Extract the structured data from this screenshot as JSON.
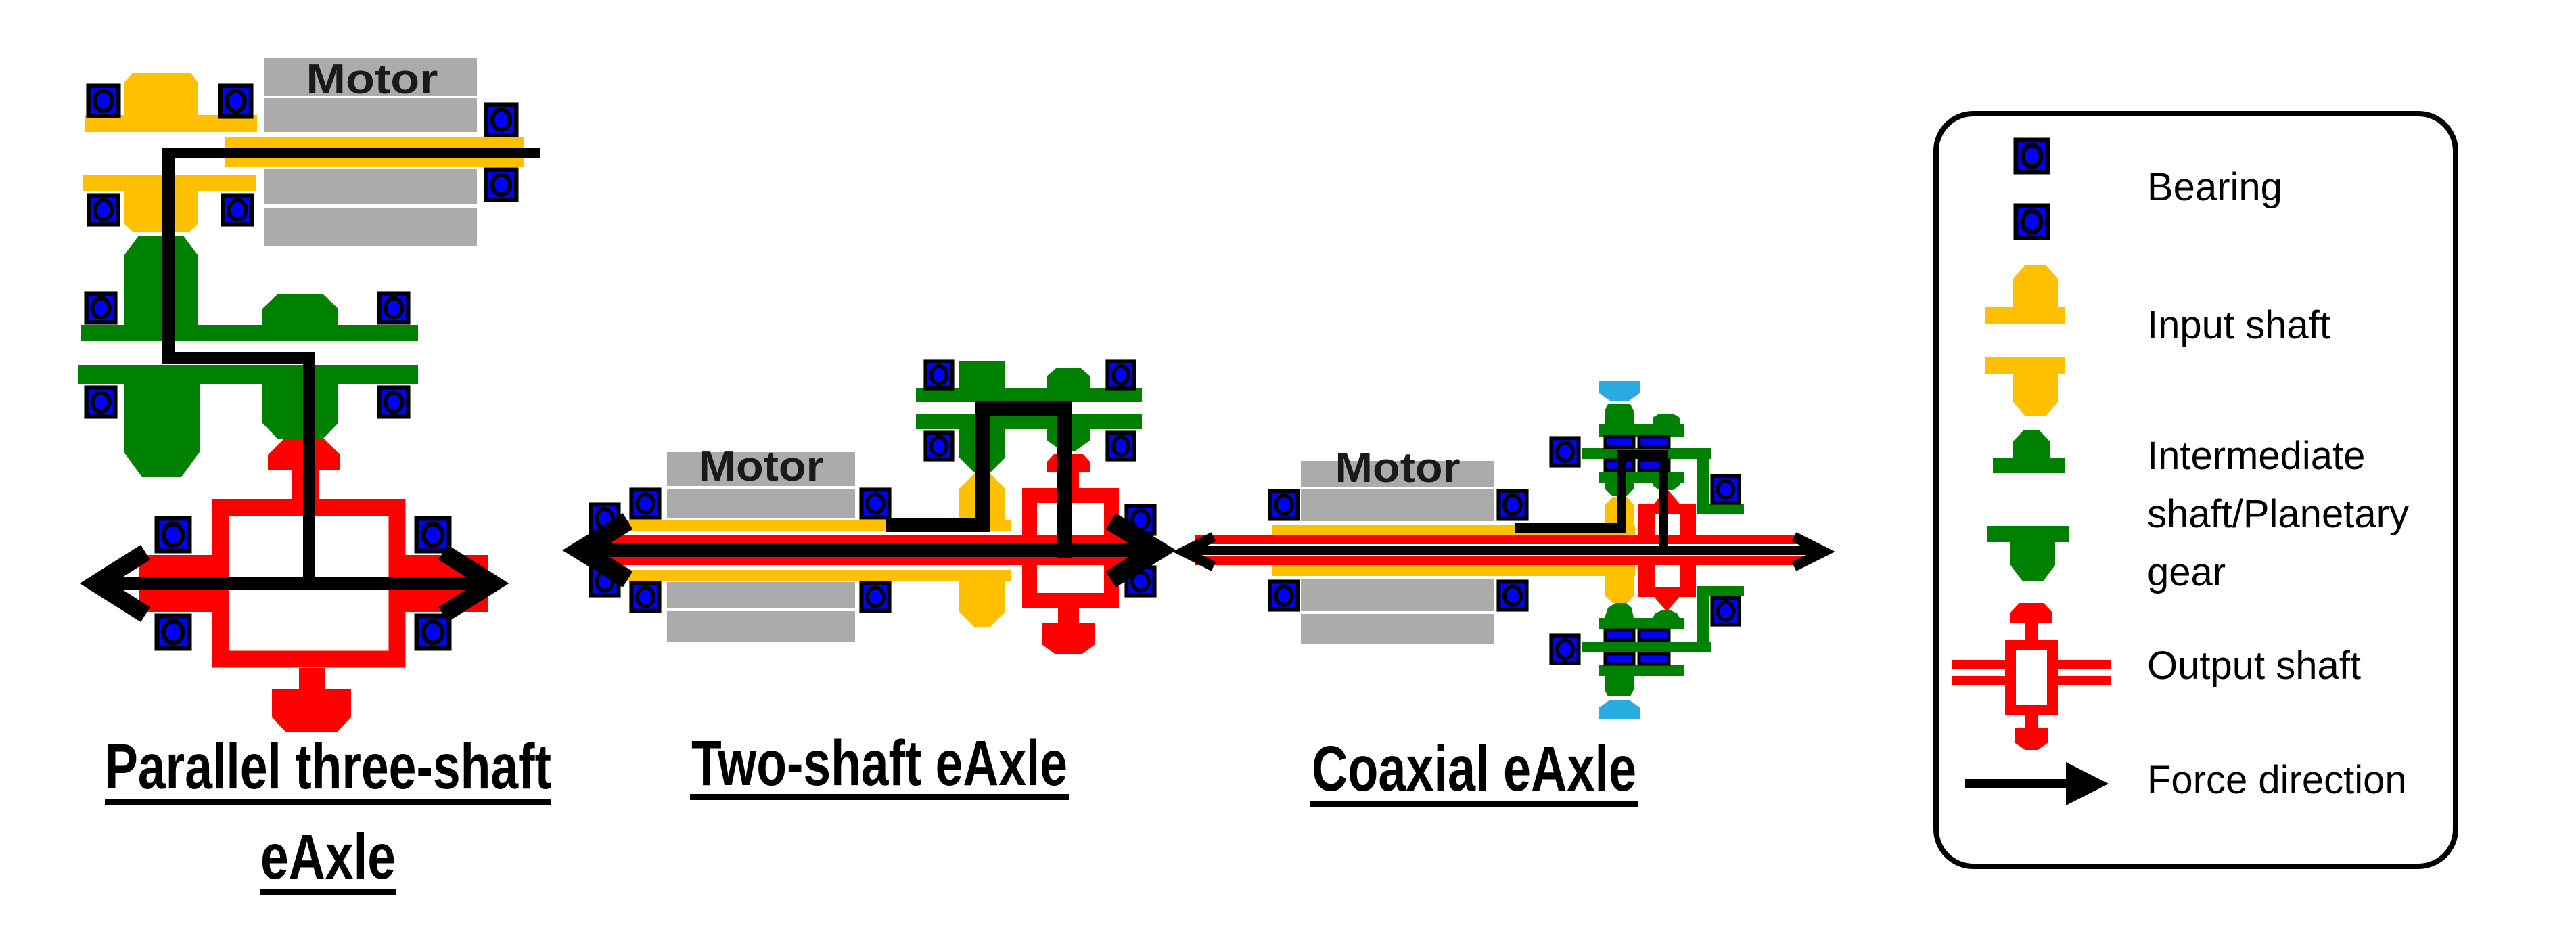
{
  "figure": {
    "type": "engineering-schematic",
    "description_visible_text_only": true
  },
  "colors": {
    "background": "#FFFFFF",
    "input_shaft_yellow": "#FFC000",
    "intermediate_green": "#008000",
    "output_shaft_red": "#FF0000",
    "bearing_blue": "#0000FF",
    "motor_gray": "#ABABAB",
    "ring_mount_cyan": "#29ABE2",
    "force_black": "#000000"
  },
  "diagrams": {
    "parallel_three_shaft": {
      "motor_label": "Motor",
      "caption_line1": "Parallel three-shaft",
      "caption_line2": "eAxle"
    },
    "two_shaft": {
      "motor_label": "Motor",
      "caption": "Two-shaft eAxle"
    },
    "coaxial": {
      "motor_label": "Motor",
      "caption": "Coaxial eAxle"
    }
  },
  "legend": {
    "items": [
      {
        "icon": "bearing-icon",
        "label": "Bearing"
      },
      {
        "icon": "input-shaft-icon",
        "label": "Input shaft"
      },
      {
        "icon": "intermediate-shaft-planetary-gear-icon",
        "label_lines": [
          "Intermediate",
          "shaft/Planetary",
          "gear"
        ]
      },
      {
        "icon": "output-shaft-icon",
        "label": "Output shaft"
      },
      {
        "icon": "force-direction-icon",
        "label": "Force direction"
      }
    ]
  }
}
